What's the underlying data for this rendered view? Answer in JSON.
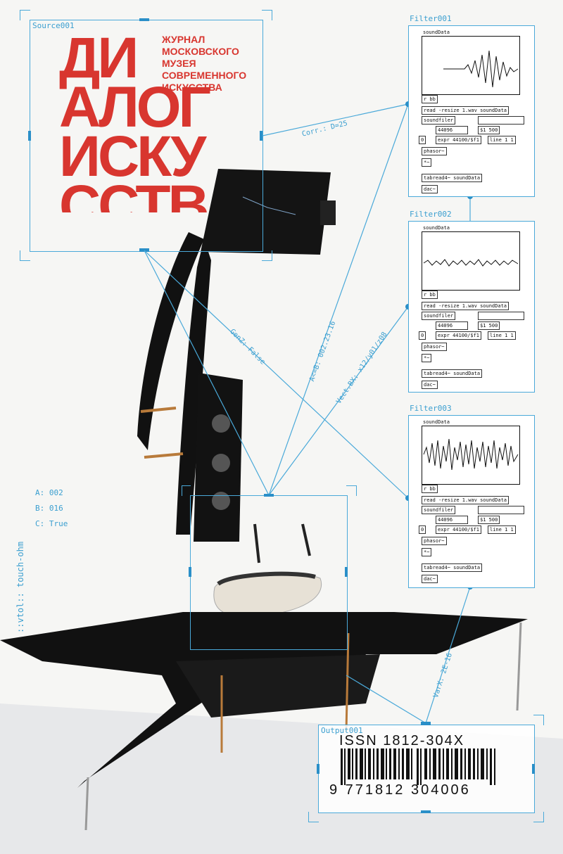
{
  "labels": {
    "source": "Source001",
    "filter1": "Filter001",
    "filter2": "Filter002",
    "filter3": "Filter003",
    "output": "Output001",
    "left_vertical": "::vtol:: touch-ohm",
    "conn_corr": "Corr.: D=25",
    "conn_genz": "GenZ: False",
    "conn_ab": "A<=B: 002.23.16",
    "conn_vect": "Vect.BX: x12/y01/z08",
    "conn_varx": "VarX: 2E-16"
  },
  "params": {
    "a": "A: 002",
    "b": "B: 016",
    "c": "C: True"
  },
  "title": {
    "line1": "ДИ",
    "line2": "АЛОГ",
    "line3": "ИСКУ",
    "line4": "ССТВ",
    "subtitle_lines": [
      "ЖУРНАЛ",
      "МОСКОВСКОГО",
      "МУЗЕЯ",
      "СОВРЕМЕННОГО",
      "ИСКУССТВА"
    ]
  },
  "patch": {
    "array_name": "soundData",
    "r_bb": "r bb",
    "read": "read -resize 1.wav soundData",
    "soundfiler": "soundfiler",
    "num1": "44096",
    "num2": "$1 500",
    "zero": "0",
    "expr": "expr 44100/$f1",
    "line": "line 1 1",
    "phasor": "phasor~",
    "mul": "*~",
    "tabread": "tabread4~ soundData",
    "dac": "dac~"
  },
  "issn": {
    "text": "ISSN 1812-304X",
    "digits": "9 771812 304006"
  },
  "colors": {
    "accent": "#2a8fc8",
    "title_red": "#d8362f"
  }
}
